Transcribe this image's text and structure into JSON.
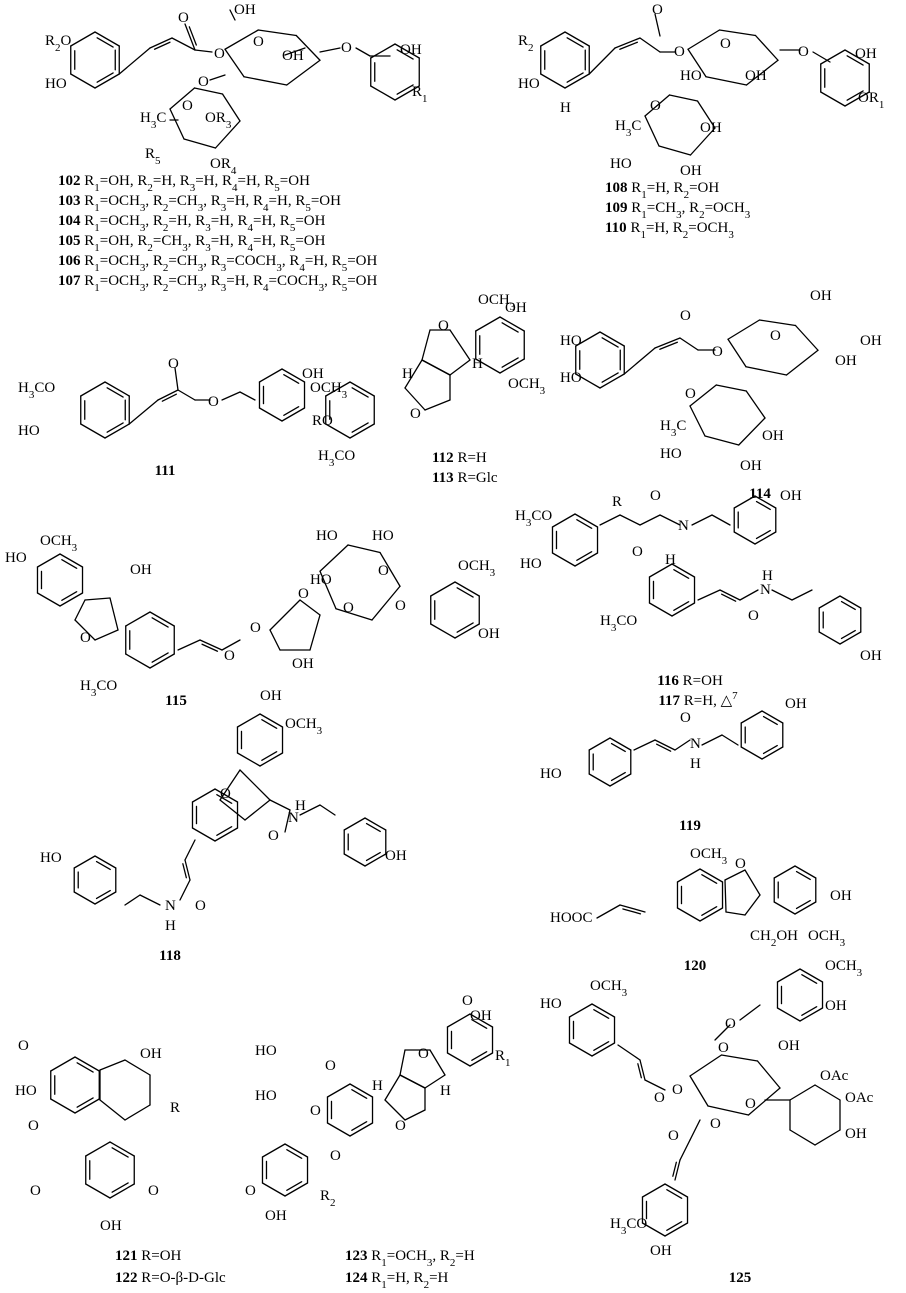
{
  "captions": [
    {
      "id": "102",
      "text": "R1=OH, R2=H, R3=H, R4=H, R5=OH"
    },
    {
      "id": "103",
      "text": "R1=OCH3, R2=CH3, R3=H, R4=H, R5=OH"
    },
    {
      "id": "104",
      "text": "R1=OCH3, R2=H, R3=H, R4=H, R5=OH"
    },
    {
      "id": "105",
      "text": "R1=OH, R2=CH3, R3=H, R4=H, R5=OH"
    },
    {
      "id": "106",
      "text": "R1=OCH3, R2=CH3, R3=COCH3, R4=H, R5=OH"
    },
    {
      "id": "107",
      "text": "R1=OCH3, R2=CH3, R3=H, R4=COCH3, R5=OH"
    },
    {
      "id": "108",
      "text": "R1=H, R2=OH"
    },
    {
      "id": "109",
      "text": "R1=CH3, R2=OCH3"
    },
    {
      "id": "110",
      "text": "R1=H, R2=OCH3"
    },
    {
      "id": "111",
      "text": ""
    },
    {
      "id": "112",
      "text": "R=H"
    },
    {
      "id": "113",
      "text": "R=Glc"
    },
    {
      "id": "114",
      "text": ""
    },
    {
      "id": "115",
      "text": ""
    },
    {
      "id": "116",
      "text": "R=OH"
    },
    {
      "id": "117",
      "text": "R=H, △7"
    },
    {
      "id": "118",
      "text": ""
    },
    {
      "id": "119",
      "text": ""
    },
    {
      "id": "120",
      "text": ""
    },
    {
      "id": "121",
      "text": "R=OH"
    },
    {
      "id": "122",
      "text": "R=O-β-D-Glc"
    },
    {
      "id": "123",
      "text": "R1=OCH3, R2=H"
    },
    {
      "id": "124",
      "text": "R1=H, R2=H"
    },
    {
      "id": "125",
      "text": ""
    }
  ],
  "atom_labels": {
    "r2o": "R2O",
    "ho": "HO",
    "oh": "OH",
    "r1": "R1",
    "r2": "R2",
    "r3": "R3",
    "r4": "R4",
    "r5": "R5",
    "or1": "OR1",
    "or3": "OR3",
    "or4": "OR4",
    "h": "H",
    "h3c": "H3C",
    "h3co": "H3CO",
    "och3": "OCH3",
    "ro": "RO",
    "r": "R",
    "nh": "N",
    "hn": "H",
    "hooc": "HOOC",
    "ch2oh": "CH2OH",
    "oac": "OAc",
    "o": "O"
  }
}
